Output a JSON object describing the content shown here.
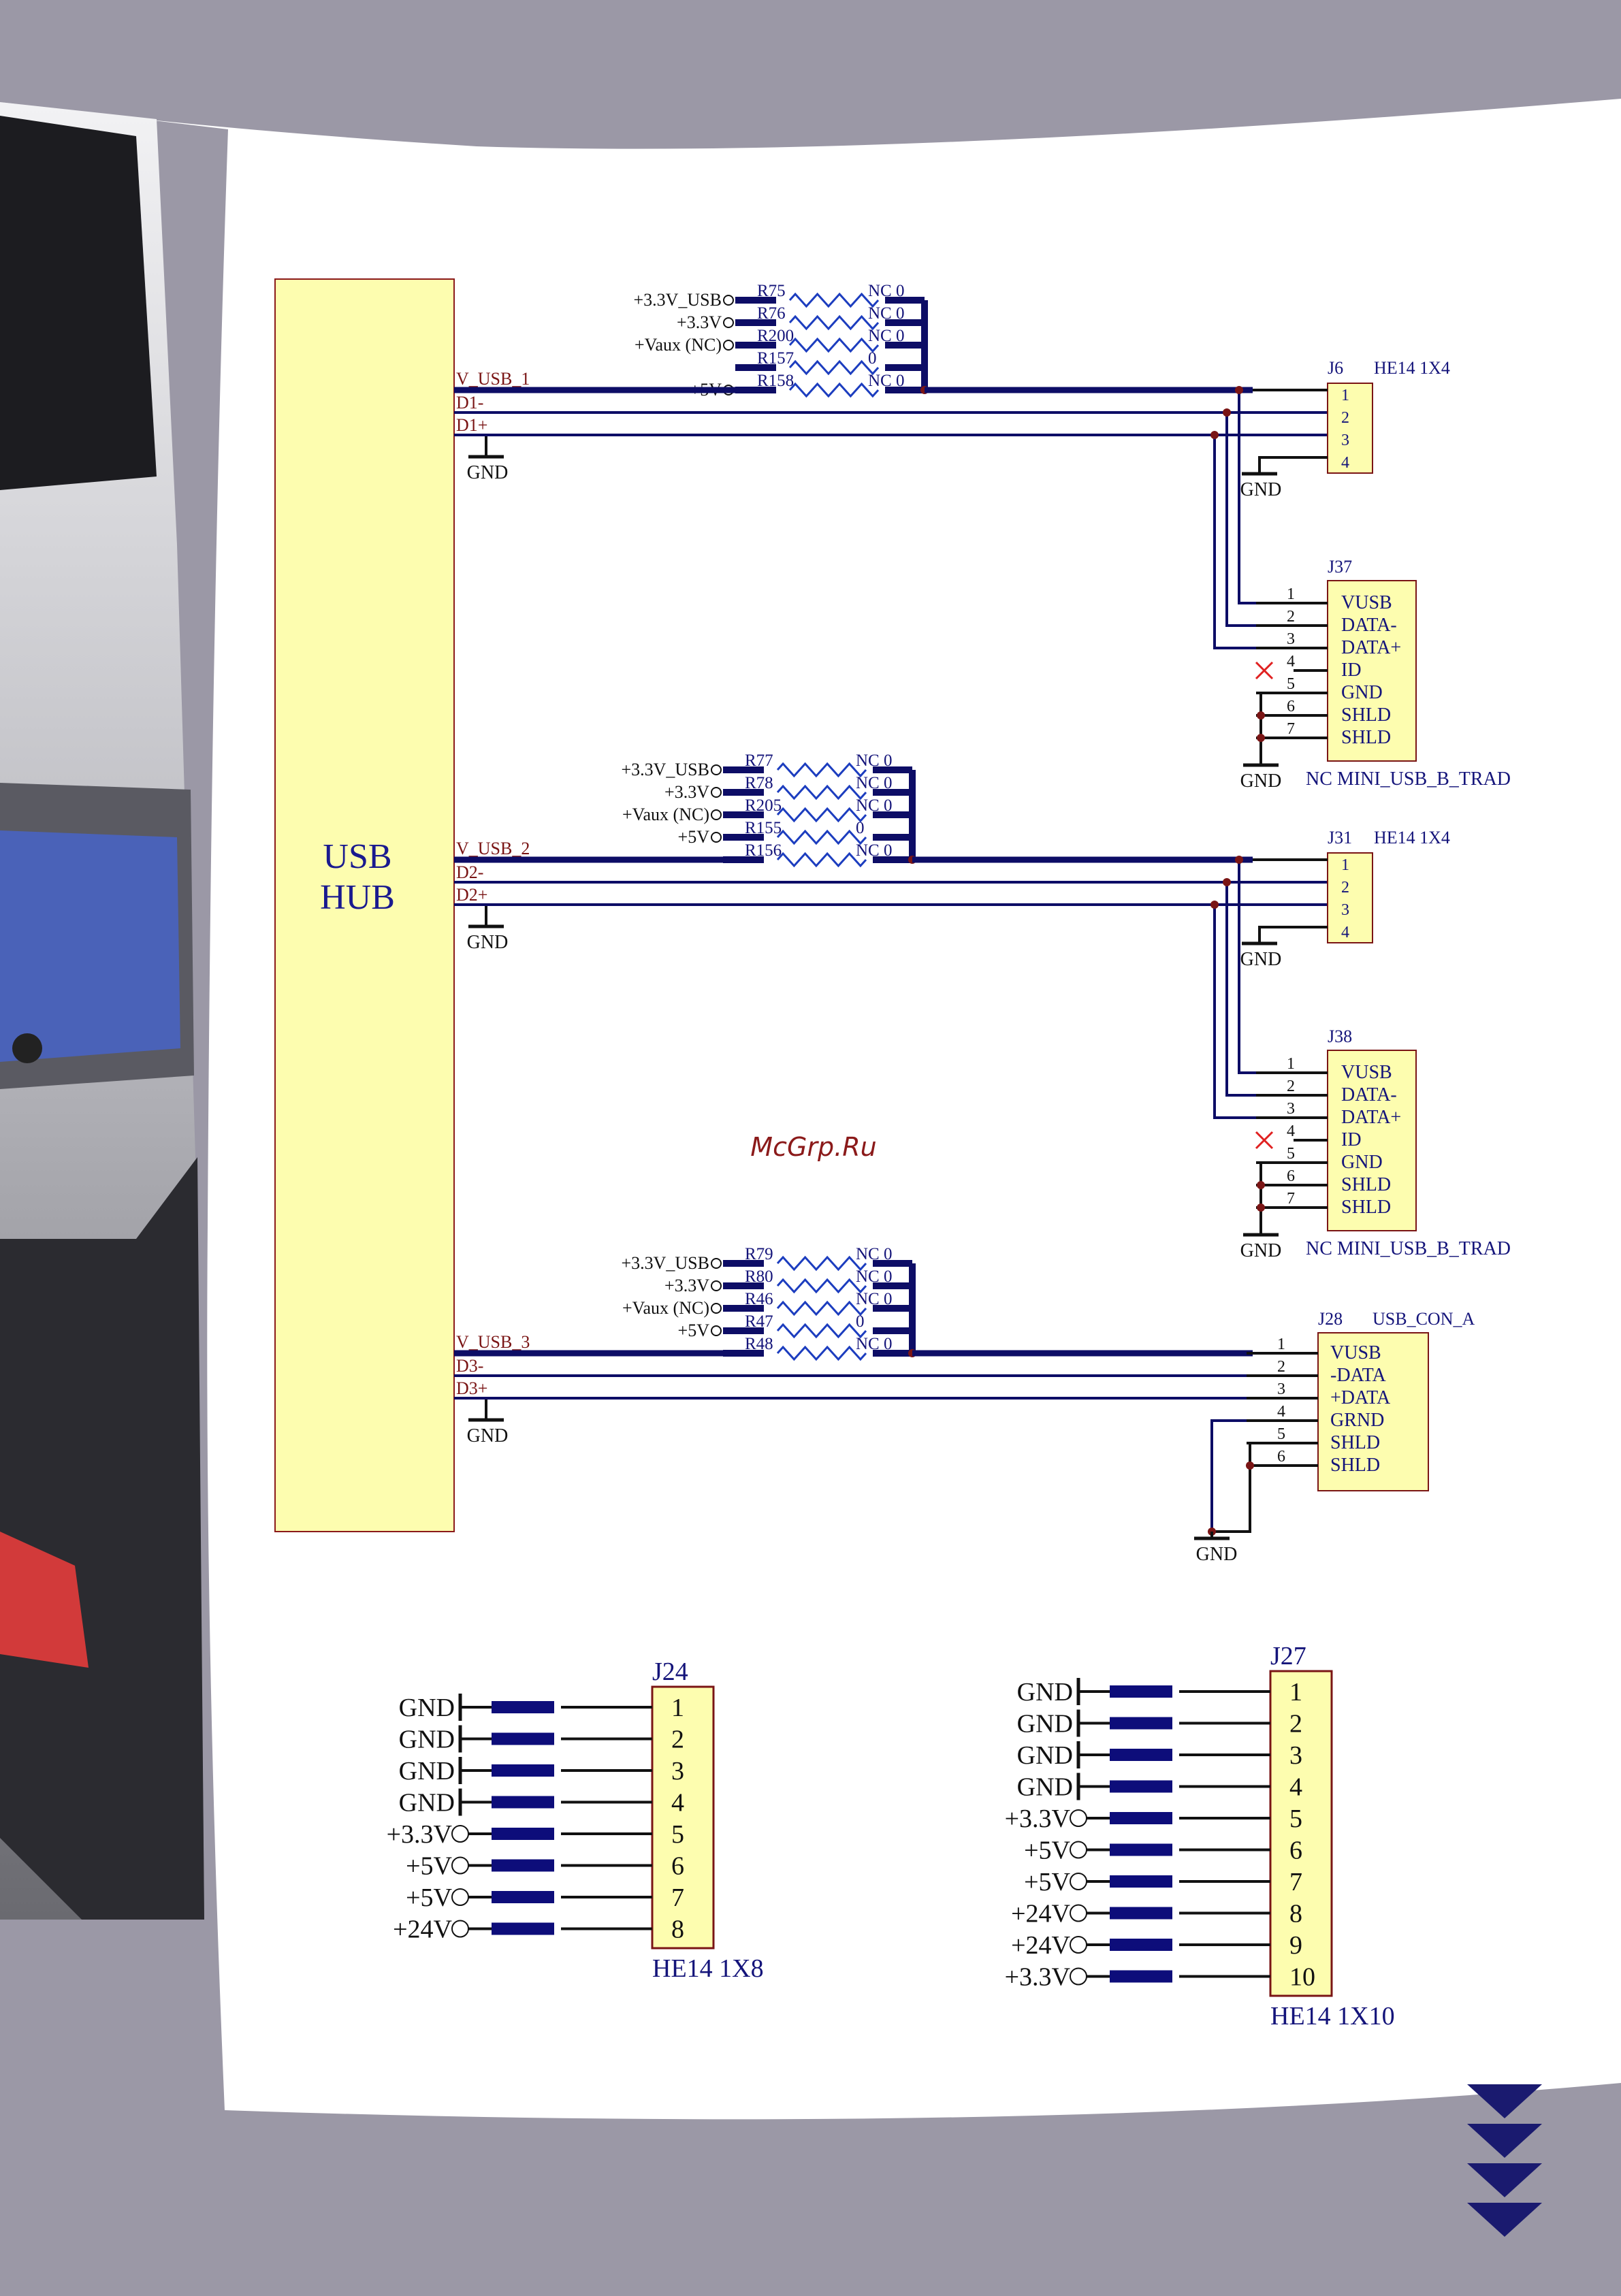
{
  "watermark": "McGrp.Ru",
  "usb_hub_label": [
    "USB",
    "HUB"
  ],
  "gnd": "GND",
  "nc": "NC",
  "blocks": [
    {
      "vusb": "V_USB_1",
      "dminus": "D1-",
      "dplus": "D1+",
      "resistors": [
        {
          "src": "+3.3V_USB",
          "ref": "R75",
          "val": "NC 0"
        },
        {
          "src": "+3.3V",
          "ref": "R76",
          "val": "NC 0"
        },
        {
          "src": "+Vaux (NC)",
          "ref": "R200",
          "val": "NC 0"
        },
        {
          "src": "",
          "ref": "R157",
          "val": "0"
        },
        {
          "src": "+5V",
          "ref": "R158",
          "val": "NC 0"
        }
      ],
      "header": {
        "ref": "J6",
        "type": "HE14 1X4",
        "pins": [
          "1",
          "2",
          "3",
          "4"
        ]
      },
      "mini": {
        "ref": "J37",
        "type": "NC MINI_USB_B_TRAD",
        "pins": [
          "1",
          "2",
          "3",
          "4",
          "5",
          "6",
          "7"
        ],
        "signals": [
          "VUSB",
          "DATA-",
          "DATA+",
          "ID",
          "GND",
          "SHLD",
          "SHLD"
        ]
      }
    },
    {
      "vusb": "V_USB_2",
      "dminus": "D2-",
      "dplus": "D2+",
      "resistors": [
        {
          "src": "+3.3V_USB",
          "ref": "R77",
          "val": "NC 0"
        },
        {
          "src": "+3.3V",
          "ref": "R78",
          "val": "NC 0"
        },
        {
          "src": "+Vaux (NC)",
          "ref": "R205",
          "val": "NC 0"
        },
        {
          "src": "+5V",
          "ref": "R155",
          "val": "0"
        },
        {
          "src": "",
          "ref": "R156",
          "val": "NC 0"
        }
      ],
      "header": {
        "ref": "J31",
        "type": "HE14 1X4",
        "pins": [
          "1",
          "2",
          "3",
          "4"
        ]
      },
      "mini": {
        "ref": "J38",
        "type": "NC MINI_USB_B_TRAD",
        "pins": [
          "1",
          "2",
          "3",
          "4",
          "5",
          "6",
          "7"
        ],
        "signals": [
          "VUSB",
          "DATA-",
          "DATA+",
          "ID",
          "GND",
          "SHLD",
          "SHLD"
        ]
      }
    },
    {
      "vusb": "V_USB_3",
      "dminus": "D3-",
      "dplus": "D3+",
      "resistors": [
        {
          "src": "+3.3V_USB",
          "ref": "R79",
          "val": "NC 0"
        },
        {
          "src": "+3.3V",
          "ref": "R80",
          "val": "NC 0"
        },
        {
          "src": "+Vaux (NC)",
          "ref": "R46",
          "val": "NC 0"
        },
        {
          "src": "+5V",
          "ref": "R47",
          "val": "0"
        },
        {
          "src": "",
          "ref": "R48",
          "val": "NC 0"
        }
      ],
      "usba": {
        "ref": "J28",
        "type": "USB_CON_A",
        "pins": [
          "1",
          "2",
          "3",
          "4",
          "5",
          "6"
        ],
        "signals": [
          "VUSB",
          "-DATA",
          "+DATA",
          "GRND",
          "SHLD",
          "SHLD"
        ]
      }
    }
  ],
  "j24": {
    "ref": "J24",
    "type": "HE14 1X8",
    "pins": [
      "1",
      "2",
      "3",
      "4",
      "5",
      "6",
      "7",
      "8"
    ],
    "nets": [
      "GND",
      "GND",
      "GND",
      "GND",
      "+3.3V",
      "+5V",
      "+5V",
      "+24V"
    ]
  },
  "j27": {
    "ref": "J27",
    "type": "HE14 1X10",
    "pins": [
      "1",
      "2",
      "3",
      "4",
      "5",
      "6",
      "7",
      "8",
      "9",
      "10"
    ],
    "nets": [
      "GND",
      "GND",
      "GND",
      "GND",
      "+3.3V",
      "+5V",
      "+5V",
      "+24V",
      "+24V",
      "+3.3V"
    ]
  }
}
